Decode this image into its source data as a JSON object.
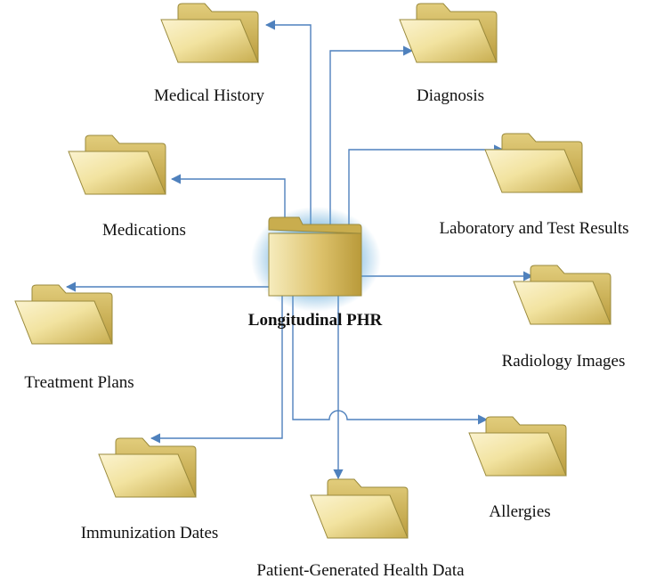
{
  "center": {
    "label": "Longitudinal PHR"
  },
  "nodes": [
    {
      "id": "medical-history",
      "label": "Medical History"
    },
    {
      "id": "diagnosis",
      "label": "Diagnosis"
    },
    {
      "id": "medications",
      "label": "Medications"
    },
    {
      "id": "laboratory-and-test-results",
      "label": "Laboratory and Test Results"
    },
    {
      "id": "treatment-plans",
      "label": "Treatment Plans"
    },
    {
      "id": "radiology-images",
      "label": "Radiology Images"
    },
    {
      "id": "immunization-dates",
      "label": "Immunization Dates"
    },
    {
      "id": "allergies",
      "label": "Allergies"
    },
    {
      "id": "patient-generated-health-data",
      "label": "Patient-Generated Health Data"
    }
  ],
  "colors": {
    "connector": "#4f81bd",
    "folder_fill": "#d9c26a",
    "folder_light": "#fbf3cf",
    "folder_edge": "#9a8a3c",
    "center_glow": "#5fa8d8"
  }
}
